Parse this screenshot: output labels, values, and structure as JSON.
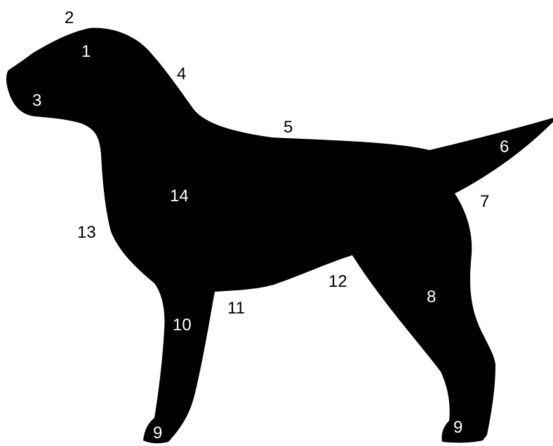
{
  "colors": {
    "silhouette": "#000000",
    "background": "#ffffff",
    "label_on_body": "#ffffff",
    "label_off_body": "#000000"
  },
  "labels": {
    "l1": "1",
    "l2": "2",
    "l3": "3",
    "l4": "4",
    "l5": "5",
    "l6": "6",
    "l7": "7",
    "l8": "8",
    "l9_front": "9",
    "l9_rear": "9",
    "l10": "10",
    "l11": "11",
    "l12": "12",
    "l13": "13",
    "l14": "14"
  }
}
